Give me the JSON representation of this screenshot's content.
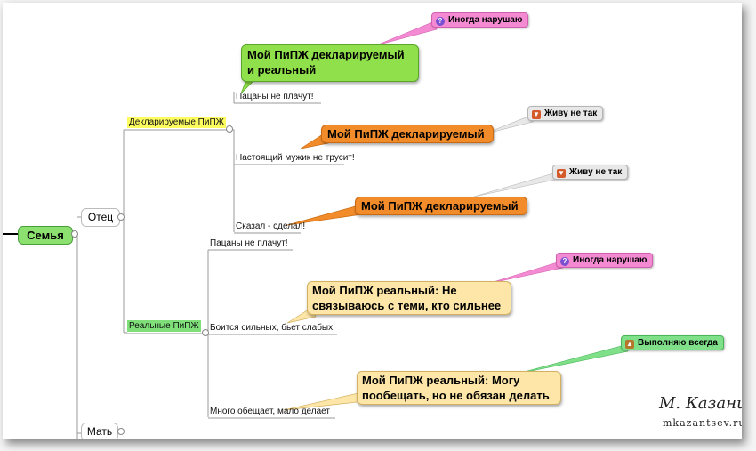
{
  "root": {
    "label": "Семья"
  },
  "branches": {
    "father": {
      "label": "Отец"
    },
    "mother": {
      "label": "Мать"
    }
  },
  "father": {
    "declared": {
      "label": "Декларируемые ПиПЖ",
      "items": [
        "Пацаны не плачут!",
        "Настоящий мужик не трусит!",
        "Сказал - сделал!"
      ]
    },
    "real": {
      "label": "Реальные ПиПЖ",
      "items": [
        "Пацаны не плачут!",
        "Боится сильных, бьет слабых",
        "Много обещает, мало делает"
      ]
    }
  },
  "callouts": [
    {
      "text": "Мой ПиПЖ декларируемый и реальный",
      "line1": "Мой ПиПЖ декларируемый",
      "line2": "и реальный",
      "color": "#8fe04a"
    },
    {
      "text": "Мой ПиПЖ декларируемый",
      "color": "#f28c2a"
    },
    {
      "text": "Мой ПиПЖ декларируемый",
      "color": "#f28c2a"
    },
    {
      "line1": "Мой ПиПЖ реальный: Не",
      "line2": "связываюсь с теми, кто сильнее",
      "color": "#fde6a8"
    },
    {
      "line1": "Мой ПиПЖ реальный: Могу",
      "line2": "пообещать, но не обязан делать",
      "color": "#fde6a8"
    }
  ],
  "tags": [
    {
      "text": "Иногда нарушаю",
      "icon": "question-icon",
      "color": "#f48bd2"
    },
    {
      "text": "Живу не так",
      "icon": "thumbs-down-icon",
      "color": "#e8e8e8"
    },
    {
      "text": "Живу не так",
      "icon": "thumbs-down-icon",
      "color": "#e8e8e8"
    },
    {
      "text": "Иногда нарушаю",
      "icon": "question-icon",
      "color": "#f48bd2"
    },
    {
      "text": "Выполняю всегда",
      "icon": "thumbs-up-icon",
      "color": "#7fe089"
    }
  ],
  "signature": {
    "name": "М. Казанцев",
    "site": "mkazantsev.ru"
  }
}
